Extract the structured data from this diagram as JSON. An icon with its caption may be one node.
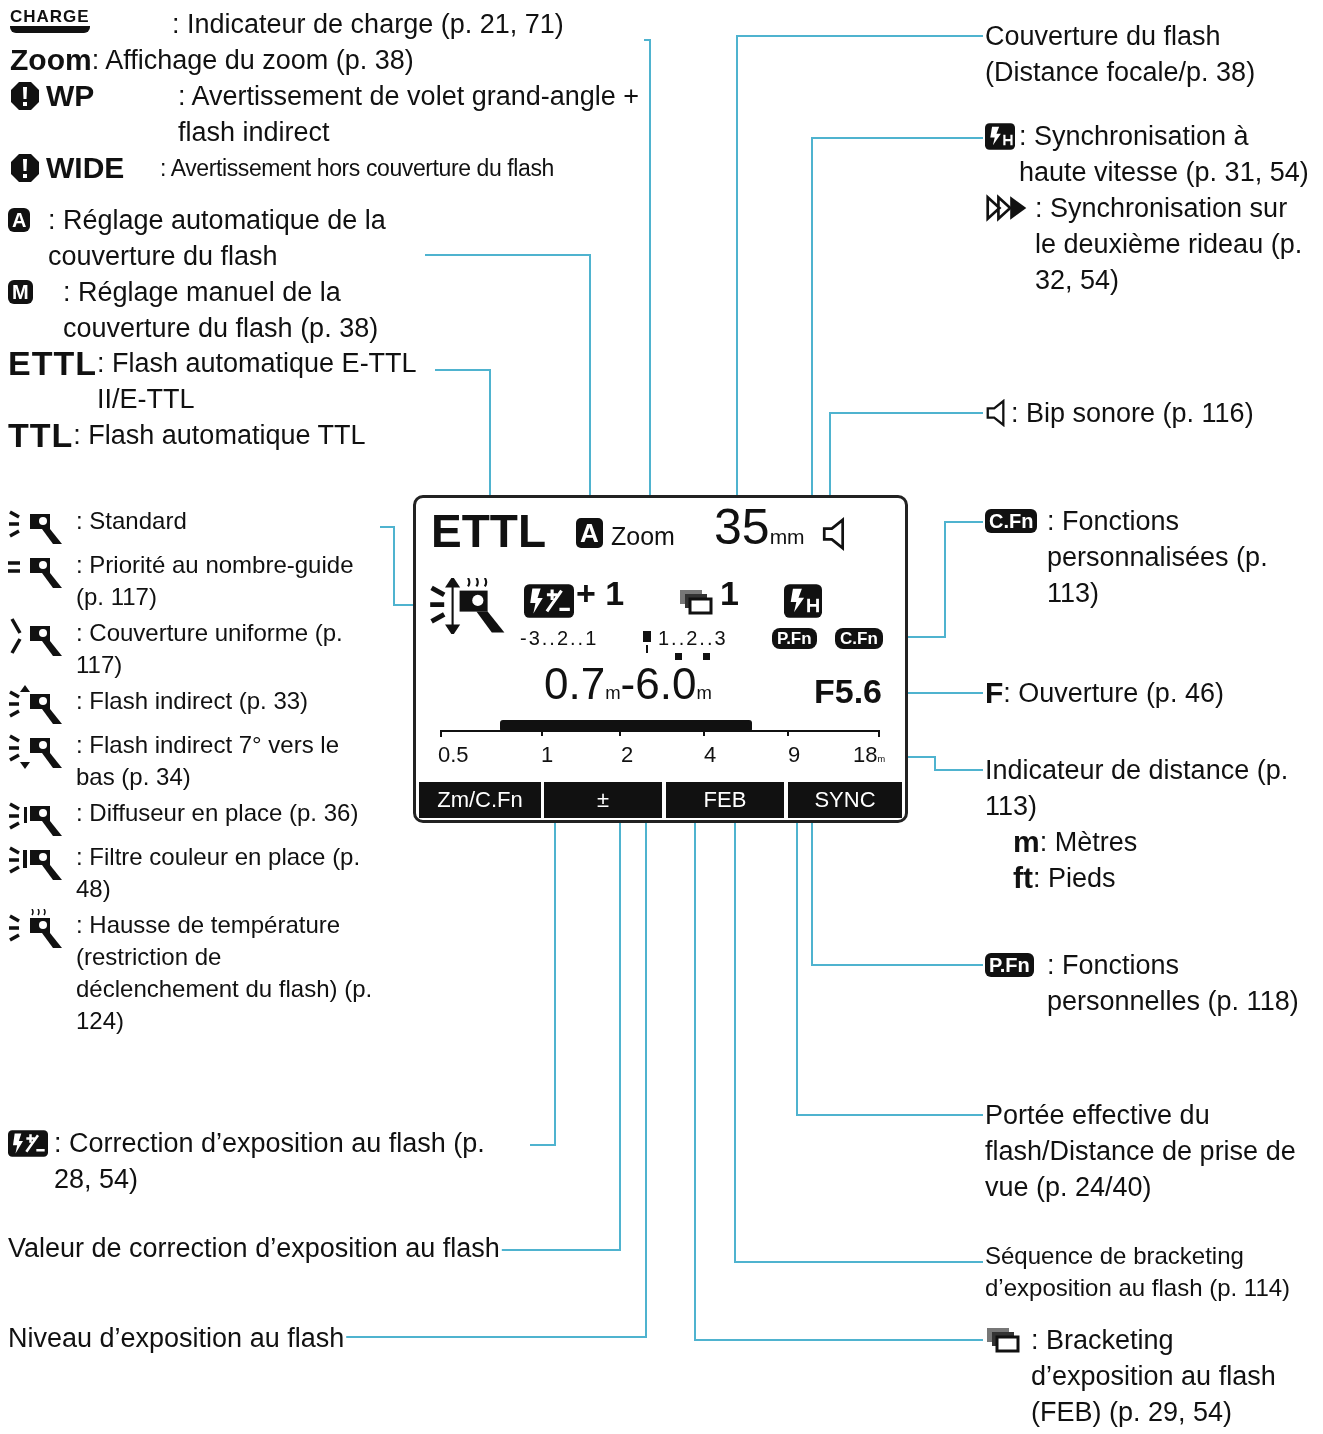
{
  "diagram": {
    "nodes": [
      {
        "text": [
          "CHARGE",
          ": Indicateur de charge (p. 21, 71)",
          "Zoom",
          ": Affichage du zoom (p. 38)",
          "WP",
          ": Avertissement de volet grand-angle + flash indirect",
          "WIDE",
          ": Avertissement hors couverture du flash"
        ]
      },
      {
        "text": [
          "A",
          ": Réglage automatique de la couverture du flash",
          "M",
          ": Réglage manuel de la couverture du flash (p. 38)"
        ]
      },
      {
        "text": [
          "ETTL",
          ": Flash automatique E-TTL II/E-TTL",
          "TTL",
          ": Flash automatique TTL"
        ]
      },
      {
        "text": [
          ": Standard",
          ": Priorité au nombre-guide (p. 117)",
          ": Couverture uniforme (p. 117)",
          ": Flash indirect (p. 33)",
          ": Flash indirect 7° vers le bas (p. 34)",
          ": Diffuseur en place (p. 36)",
          ": Filtre couleur en place (p. 48)",
          ": Hausse de température (restriction de déclenchement du flash) (p. 124)"
        ]
      },
      {
        "text": [
          ": Correction d’exposition au flash (p. 28, 54)"
        ]
      },
      {
        "text": [
          "Valeur de correction d’exposition au flash"
        ]
      },
      {
        "text": [
          "Niveau d’exposition au flash"
        ]
      },
      {
        "text": [
          "Couverture du flash (Distance focale/p. 38)"
        ]
      },
      {
        "text": [
          ": Synchronisation à haute vitesse (p. 31, 54)",
          ": Synchronisation sur le deuxième rideau (p. 32, 54)"
        ]
      },
      {
        "text": [
          ": Bip sonore (p. 116)"
        ]
      },
      {
        "text": [
          "C.Fn",
          ": Fonctions personnalisées (p. 113)"
        ]
      },
      {
        "text": [
          "F",
          ": Ouverture (p. 46)"
        ]
      },
      {
        "text": [
          "Indicateur de distance (p. 113)",
          "m",
          ": Mètres",
          "ft",
          ": Pieds"
        ]
      },
      {
        "text": [
          "P.Fn",
          ": Fonctions personnelles (p. 118)"
        ]
      },
      {
        "text": [
          "Portée effective du flash/Distance de prise de vue (p. 24/40)"
        ]
      },
      {
        "text": [
          "Séquence de bracketing d’exposition au flash (p. 114)"
        ]
      },
      {
        "text": [
          ": Bracketing d’exposition au flash (FEB) (p. 29, 54)"
        ]
      },
      {
        "text": [],
        "shape": "box"
      },
      {
        "text": [
          "ETTL"
        ],
        "in": 17
      },
      {
        "text": [
          "A"
        ],
        "in": 17
      },
      {
        "text": [
          "Zoom"
        ],
        "in": 17
      },
      {
        "text": [
          "35$_{mm}$"
        ],
        "in": 17
      },
      {
        "text": [],
        "shape": "speaker",
        "in": 17
      },
      {
        "text": [],
        "shape": "flash",
        "in": 17
      },
      {
        "text": [],
        "shape": "box",
        "in": 17
      },
      {
        "text": [
          "+ 1"
        ],
        "in": 17
      },
      {
        "text": [],
        "shape": "box",
        "in": 17
      },
      {
        "text": [
          "1"
        ],
        "in": 17
      },
      {
        "text": [],
        "shape": "box",
        "in": 17
      },
      {
        "text": [],
        "shape": "bar",
        "in": 17
      },
      {
        "text": [
          "P.Fn"
        ],
        "in": 17
      },
      {
        "text": [
          "C.Fn"
        ],
        "in": 17
      },
      {
        "text": [
          "0.7$_{m}$-6.0$_{m}$"
        ],
        "in": 17
      },
      {
        "text": [
          "F5.6"
        ],
        "in": 17
      },
      {
        "text": [
          "18$_{m}$"
        ],
        "in": 17
      }
    ],
    "edges": [
      {
        "from": 0,
        "to": 20,
        "arrow": "none"
      },
      {
        "from": 1,
        "to": 19,
        "arrow": "none"
      },
      {
        "from": 2,
        "to": 18,
        "arrow": "none"
      },
      {
        "from": 3,
        "to": 23,
        "arrow": "none"
      },
      {
        "from": 4,
        "to": 24,
        "arrow": "none"
      },
      {
        "from": 5,
        "to": 25,
        "arrow": "none"
      },
      {
        "from": 6,
        "to": 29,
        "arrow": "none"
      },
      {
        "from": 7,
        "to": 21,
        "arrow": "none"
      },
      {
        "from": 8,
        "to": 28,
        "arrow": "none"
      },
      {
        "from": 9,
        "to": 22,
        "arrow": "none"
      },
      {
        "from": 10,
        "to": 31,
        "arrow": "none"
      },
      {
        "from": 11,
        "to": 33,
        "arrow": "none"
      },
      {
        "from": 12,
        "to": 34,
        "arrow": "none"
      },
      {
        "from": 13,
        "to": 30,
        "arrow": "none"
      },
      {
        "from": 14,
        "to": 32,
        "arrow": "none"
      },
      {
        "from": 15,
        "to": 27,
        "arrow": "none"
      },
      {
        "from": 16,
        "to": 26,
        "arrow": "none"
      }
    ],
    "labels": [
      "-3..2..1",
      "1..2..3",
      "0.5",
      "1",
      "2",
      "4",
      "9",
      "Zm/C.Fn",
      "±",
      "FEB",
      "SYNC"
    ]
  }
}
